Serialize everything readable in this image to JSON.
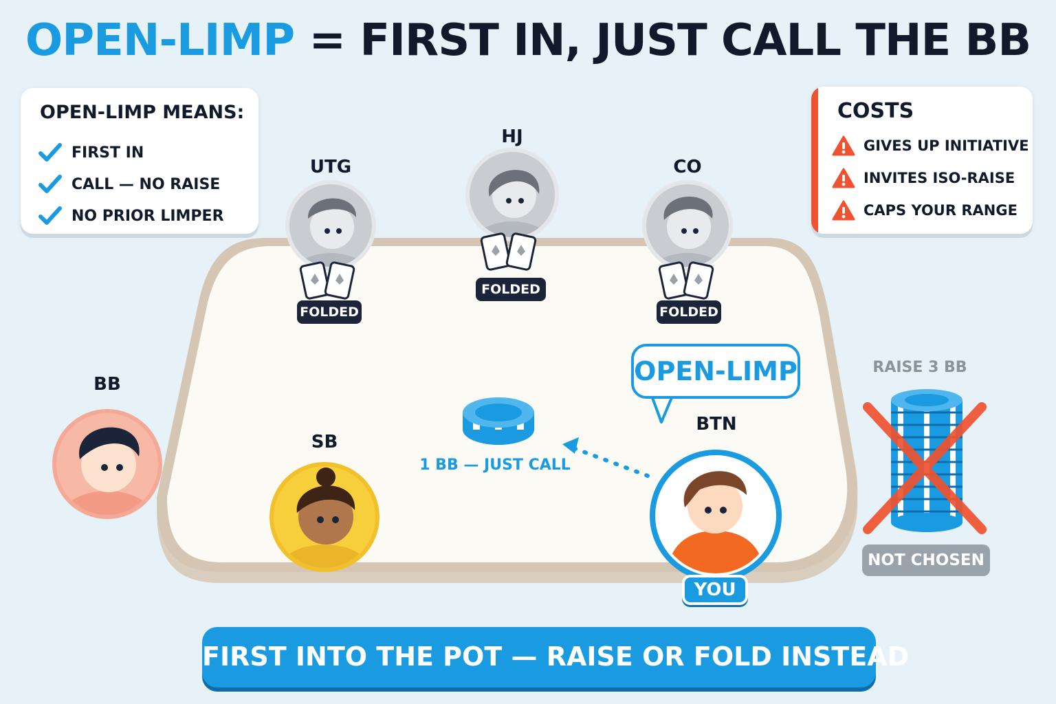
{
  "title": {
    "accent": "OPEN-LIMP",
    "rest": "= FIRST IN, JUST CALL THE BB"
  },
  "means_card": {
    "title": "OPEN-LIMP MEANS:",
    "items": [
      "FIRST IN",
      "CALL — NO RAISE",
      "NO PRIOR LIMPER"
    ]
  },
  "costs_card": {
    "title": "COSTS",
    "items": [
      "GIVES UP INITIATIVE",
      "INVITES ISO-RAISE",
      "CAPS YOUR RANGE"
    ]
  },
  "seats": {
    "utg": {
      "label": "UTG",
      "status": "FOLDED"
    },
    "hj": {
      "label": "HJ",
      "status": "FOLDED"
    },
    "co": {
      "label": "CO",
      "status": "FOLDED"
    },
    "bb": {
      "label": "BB"
    },
    "sb": {
      "label": "SB"
    },
    "btn": {
      "label": "BTN",
      "you": "YOU",
      "action": "OPEN-LIMP"
    }
  },
  "pot": {
    "call_label": "1 BB — JUST CALL"
  },
  "alternative": {
    "label": "RAISE 3 BB",
    "status": "NOT CHOSEN"
  },
  "banner": "FIRST INTO THE POT — RAISE OR FOLD INSTEAD",
  "colors": {
    "accent": "#1a9ae0",
    "warning": "#ef5230",
    "dark": "#111a2b",
    "folded": "#c9ccd1",
    "table_felt": "#fbfaf5",
    "table_rim": "#d9cdbd"
  }
}
